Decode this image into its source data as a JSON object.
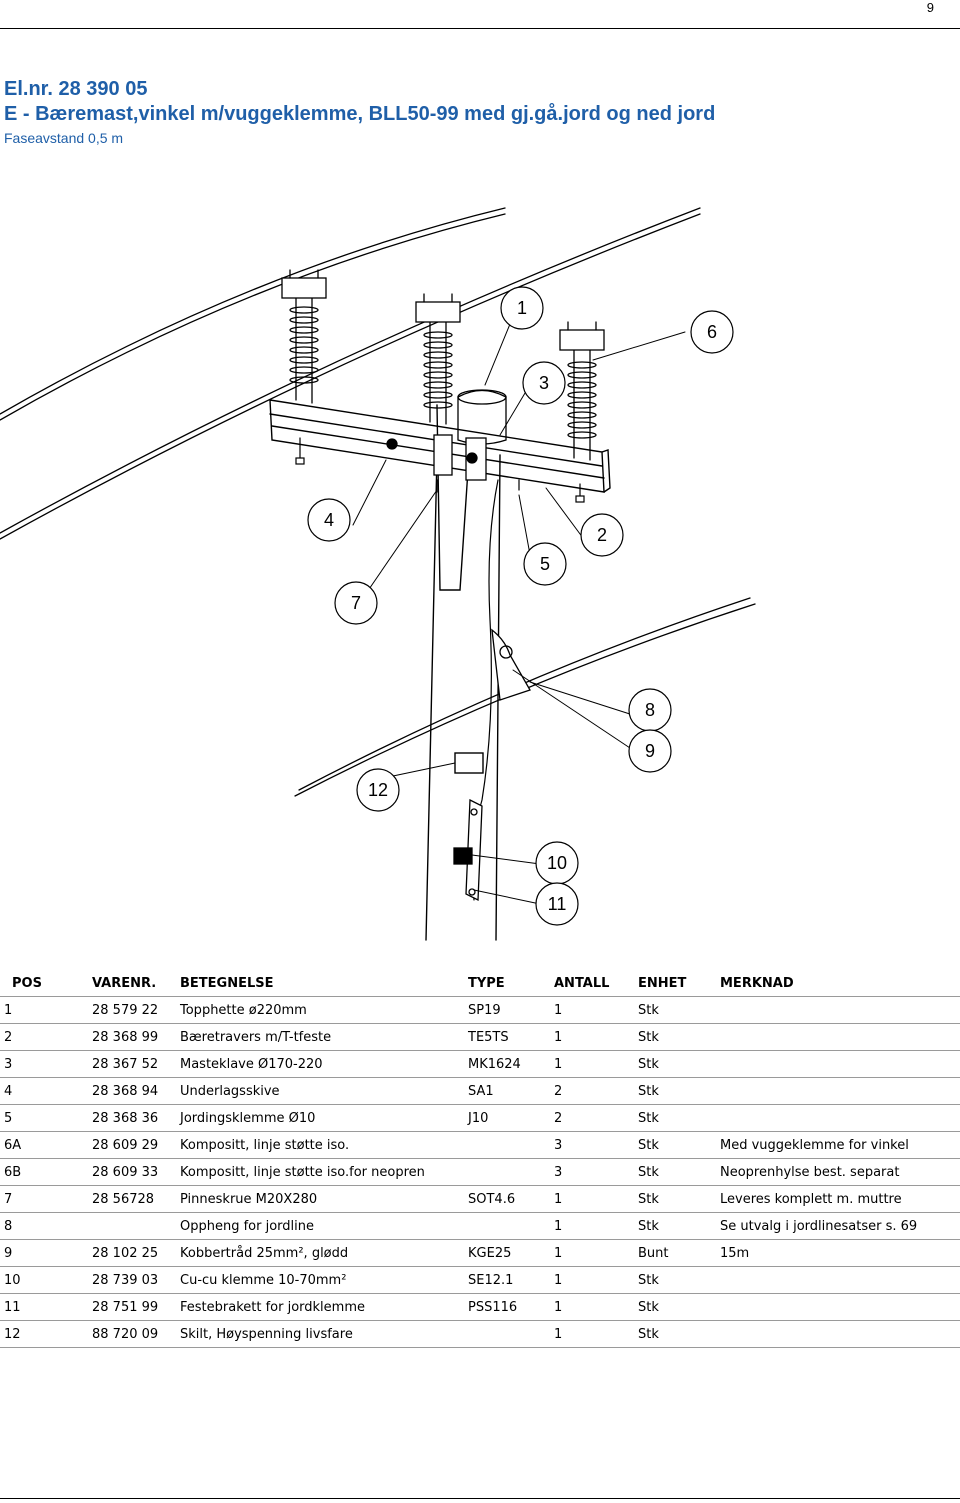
{
  "page": {
    "number": "9"
  },
  "header": {
    "el_nr": "El.nr. 28 390 05",
    "title": "E - Bæremast,vinkel m/vuggeklemme, BLL50-99 med gj.gå.jord og ned jord",
    "subtitle": "Faseavstand 0,5 m"
  },
  "drawing": {
    "callouts": [
      "1",
      "6",
      "3",
      "4",
      "2",
      "5",
      "7",
      "8",
      "9",
      "12",
      "10",
      "11"
    ]
  },
  "table": {
    "headers": [
      "POS",
      "VARENR.",
      "BETEGNELSE",
      "TYPE",
      "ANTALL",
      "ENHET",
      "MERKNAD"
    ],
    "rows": [
      [
        "1",
        "28 579 22",
        "Topphette ø220mm",
        "SP19",
        "1",
        "Stk",
        ""
      ],
      [
        "2",
        "28 368 99",
        "Bæretravers m/T-tfeste",
        "TE5TS",
        "1",
        "Stk",
        ""
      ],
      [
        "3",
        "28 367 52",
        "Masteklave Ø170-220",
        "MK1624",
        "1",
        "Stk",
        ""
      ],
      [
        "4",
        "28 368 94",
        "Underlagsskive",
        "SA1",
        "2",
        "Stk",
        ""
      ],
      [
        "5",
        "28 368 36",
        "Jordingsklemme Ø10",
        "J10",
        "2",
        "Stk",
        ""
      ],
      [
        "6A",
        "28 609 29",
        "Kompositt, linje støtte iso.",
        "",
        "3",
        "Stk",
        "Med vuggeklemme for vinkel"
      ],
      [
        "6B",
        "28 609 33",
        "Kompositt, linje støtte iso.for neopren",
        "",
        "3",
        "Stk",
        "Neoprenhylse best. separat"
      ],
      [
        "7",
        "28 56728",
        "Pinneskrue M20X280",
        "SOT4.6",
        "1",
        "Stk",
        "Leveres komplett m. muttre"
      ],
      [
        "8",
        "",
        "Oppheng for jordline",
        "",
        "1",
        "Stk",
        "Se utvalg i jordlinesatser s. 69"
      ],
      [
        "9",
        "28 102 25",
        "Kobbertråd 25mm², glødd",
        "KGE25",
        "1",
        "Bunt",
        "15m"
      ],
      [
        "10",
        "28 739 03",
        "Cu-cu klemme 10-70mm²",
        "SE12.1",
        "1",
        "Stk",
        ""
      ],
      [
        "11",
        "28 751 99",
        "Festebrakett for jordklemme",
        "PSS116",
        "1",
        "Stk",
        ""
      ],
      [
        "12",
        "88 720 09",
        "Skilt, Høyspenning livsfare",
        "",
        "1",
        "Stk",
        ""
      ]
    ]
  }
}
